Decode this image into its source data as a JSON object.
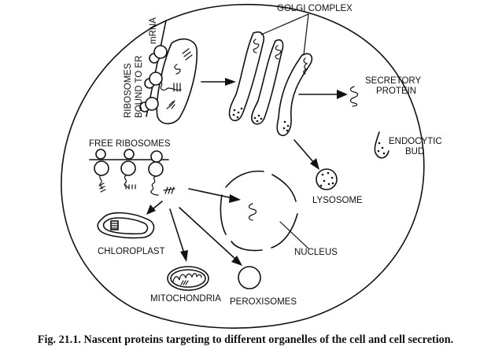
{
  "figure": {
    "caption": "Fig. 21.1. Nascent proteins targeting to different organelles of the cell and cell secretion.",
    "labels": {
      "mrna": "mRNA",
      "ribosomes_bound_line1": "RIBOSOMES",
      "ribosomes_bound_line2": "BOUND TO ER",
      "golgi": "GOLGI COMPLEX",
      "secretory_line1": "SECRETORY",
      "secretory_line2": "PROTEIN",
      "endocytic_line1": "ENDOCYTIC",
      "endocytic_line2": "BUD",
      "free_ribosomes": "FREE RIBOSOMES",
      "lysosome": "LYSOSOME",
      "nucleus": "NUCLEUS",
      "chloroplast": "CHLOROPLAST",
      "mitochondria": "MITOCHONDRIA",
      "peroxisomes": "PEROXISOMES"
    },
    "colors": {
      "ink": "#111111",
      "paper": "#ffffff"
    }
  }
}
